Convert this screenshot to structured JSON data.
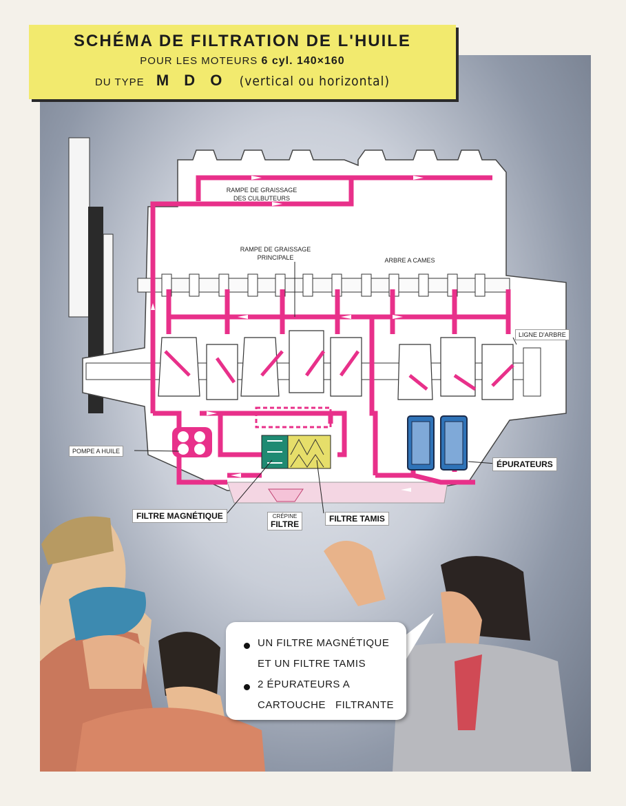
{
  "title": {
    "line1": "SCHÉMA DE FILTRATION DE L'HUILE",
    "line2_pre": "POUR LES MOTEURS",
    "line2_bold": "6 cyl. 140×160",
    "line3_pre": "DU TYPE",
    "line3_bold": "M D O",
    "line3_post": "(vertical ou horizontal)"
  },
  "labels": {
    "rampe_culbuteurs_1": "RAMPE DE GRAISSAGE",
    "rampe_culbuteurs_2": "DES CULBUTEURS",
    "rampe_principale_1": "RAMPE DE GRAISSAGE",
    "rampe_principale_2": "PRINCIPALE",
    "arbre_cames": "ARBRE A CAMES",
    "ligne_arbre": "LIGNE D'ARBRE",
    "pompe": "POMPE A HUILE",
    "epurateurs": "ÉPURATEURS",
    "filtre_magnetique": "FILTRE MAGNÉTIQUE",
    "crepine": "CRÉPINE",
    "filtre": "FILTRE",
    "filtre_tamis": "FILTRE TAMIS"
  },
  "bubble": {
    "line1": "UN FILTRE MAGNÉTIQUE",
    "line2": "ET UN FILTRE TAMIS",
    "line3": "2 ÉPURATEURS A",
    "line4": "CARTOUCHE   FILTRANTE"
  },
  "colors": {
    "oil": "#e8308a",
    "title_bg": "#f2ea6e",
    "filter_blue": "#2f73b8",
    "filter_green": "#1f8a72",
    "filter_yellow": "#e6de6a"
  }
}
